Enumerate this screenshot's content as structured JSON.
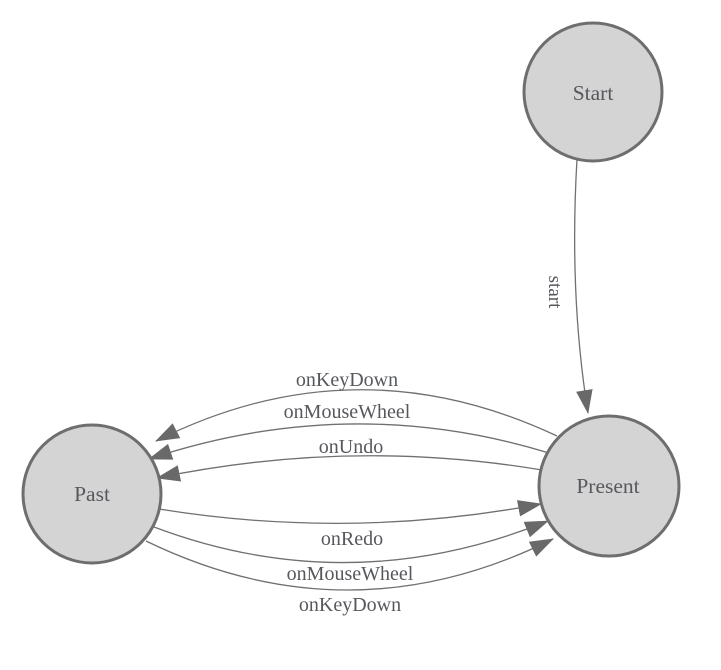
{
  "diagram": {
    "type": "state-machine",
    "nodes": [
      {
        "id": "start",
        "label": "Start"
      },
      {
        "id": "past",
        "label": "Past"
      },
      {
        "id": "present",
        "label": "Present"
      }
    ],
    "edges": [
      {
        "id": "start-to-present",
        "label": "start",
        "from": "Start",
        "to": "Present"
      },
      {
        "id": "present-to-past-keydown",
        "label": "onKeyDown",
        "from": "Present",
        "to": "Past"
      },
      {
        "id": "present-to-past-mousewheel",
        "label": "onMouseWheel",
        "from": "Present",
        "to": "Past"
      },
      {
        "id": "present-to-past-undo",
        "label": "onUndo",
        "from": "Present",
        "to": "Past"
      },
      {
        "id": "past-to-present-redo",
        "label": "onRedo",
        "from": "Past",
        "to": "Present"
      },
      {
        "id": "past-to-present-mousewheel",
        "label": "onMouseWheel",
        "from": "Past",
        "to": "Present"
      },
      {
        "id": "past-to-present-keydown",
        "label": "onKeyDown",
        "from": "Past",
        "to": "Present"
      }
    ],
    "colors": {
      "background": "#ffffff",
      "node_fill": "#d4d4d4",
      "node_stroke": "#6e6e6e",
      "edge_stroke": "#707070",
      "arrowhead": "#696969",
      "label_text": "#56585d"
    }
  }
}
